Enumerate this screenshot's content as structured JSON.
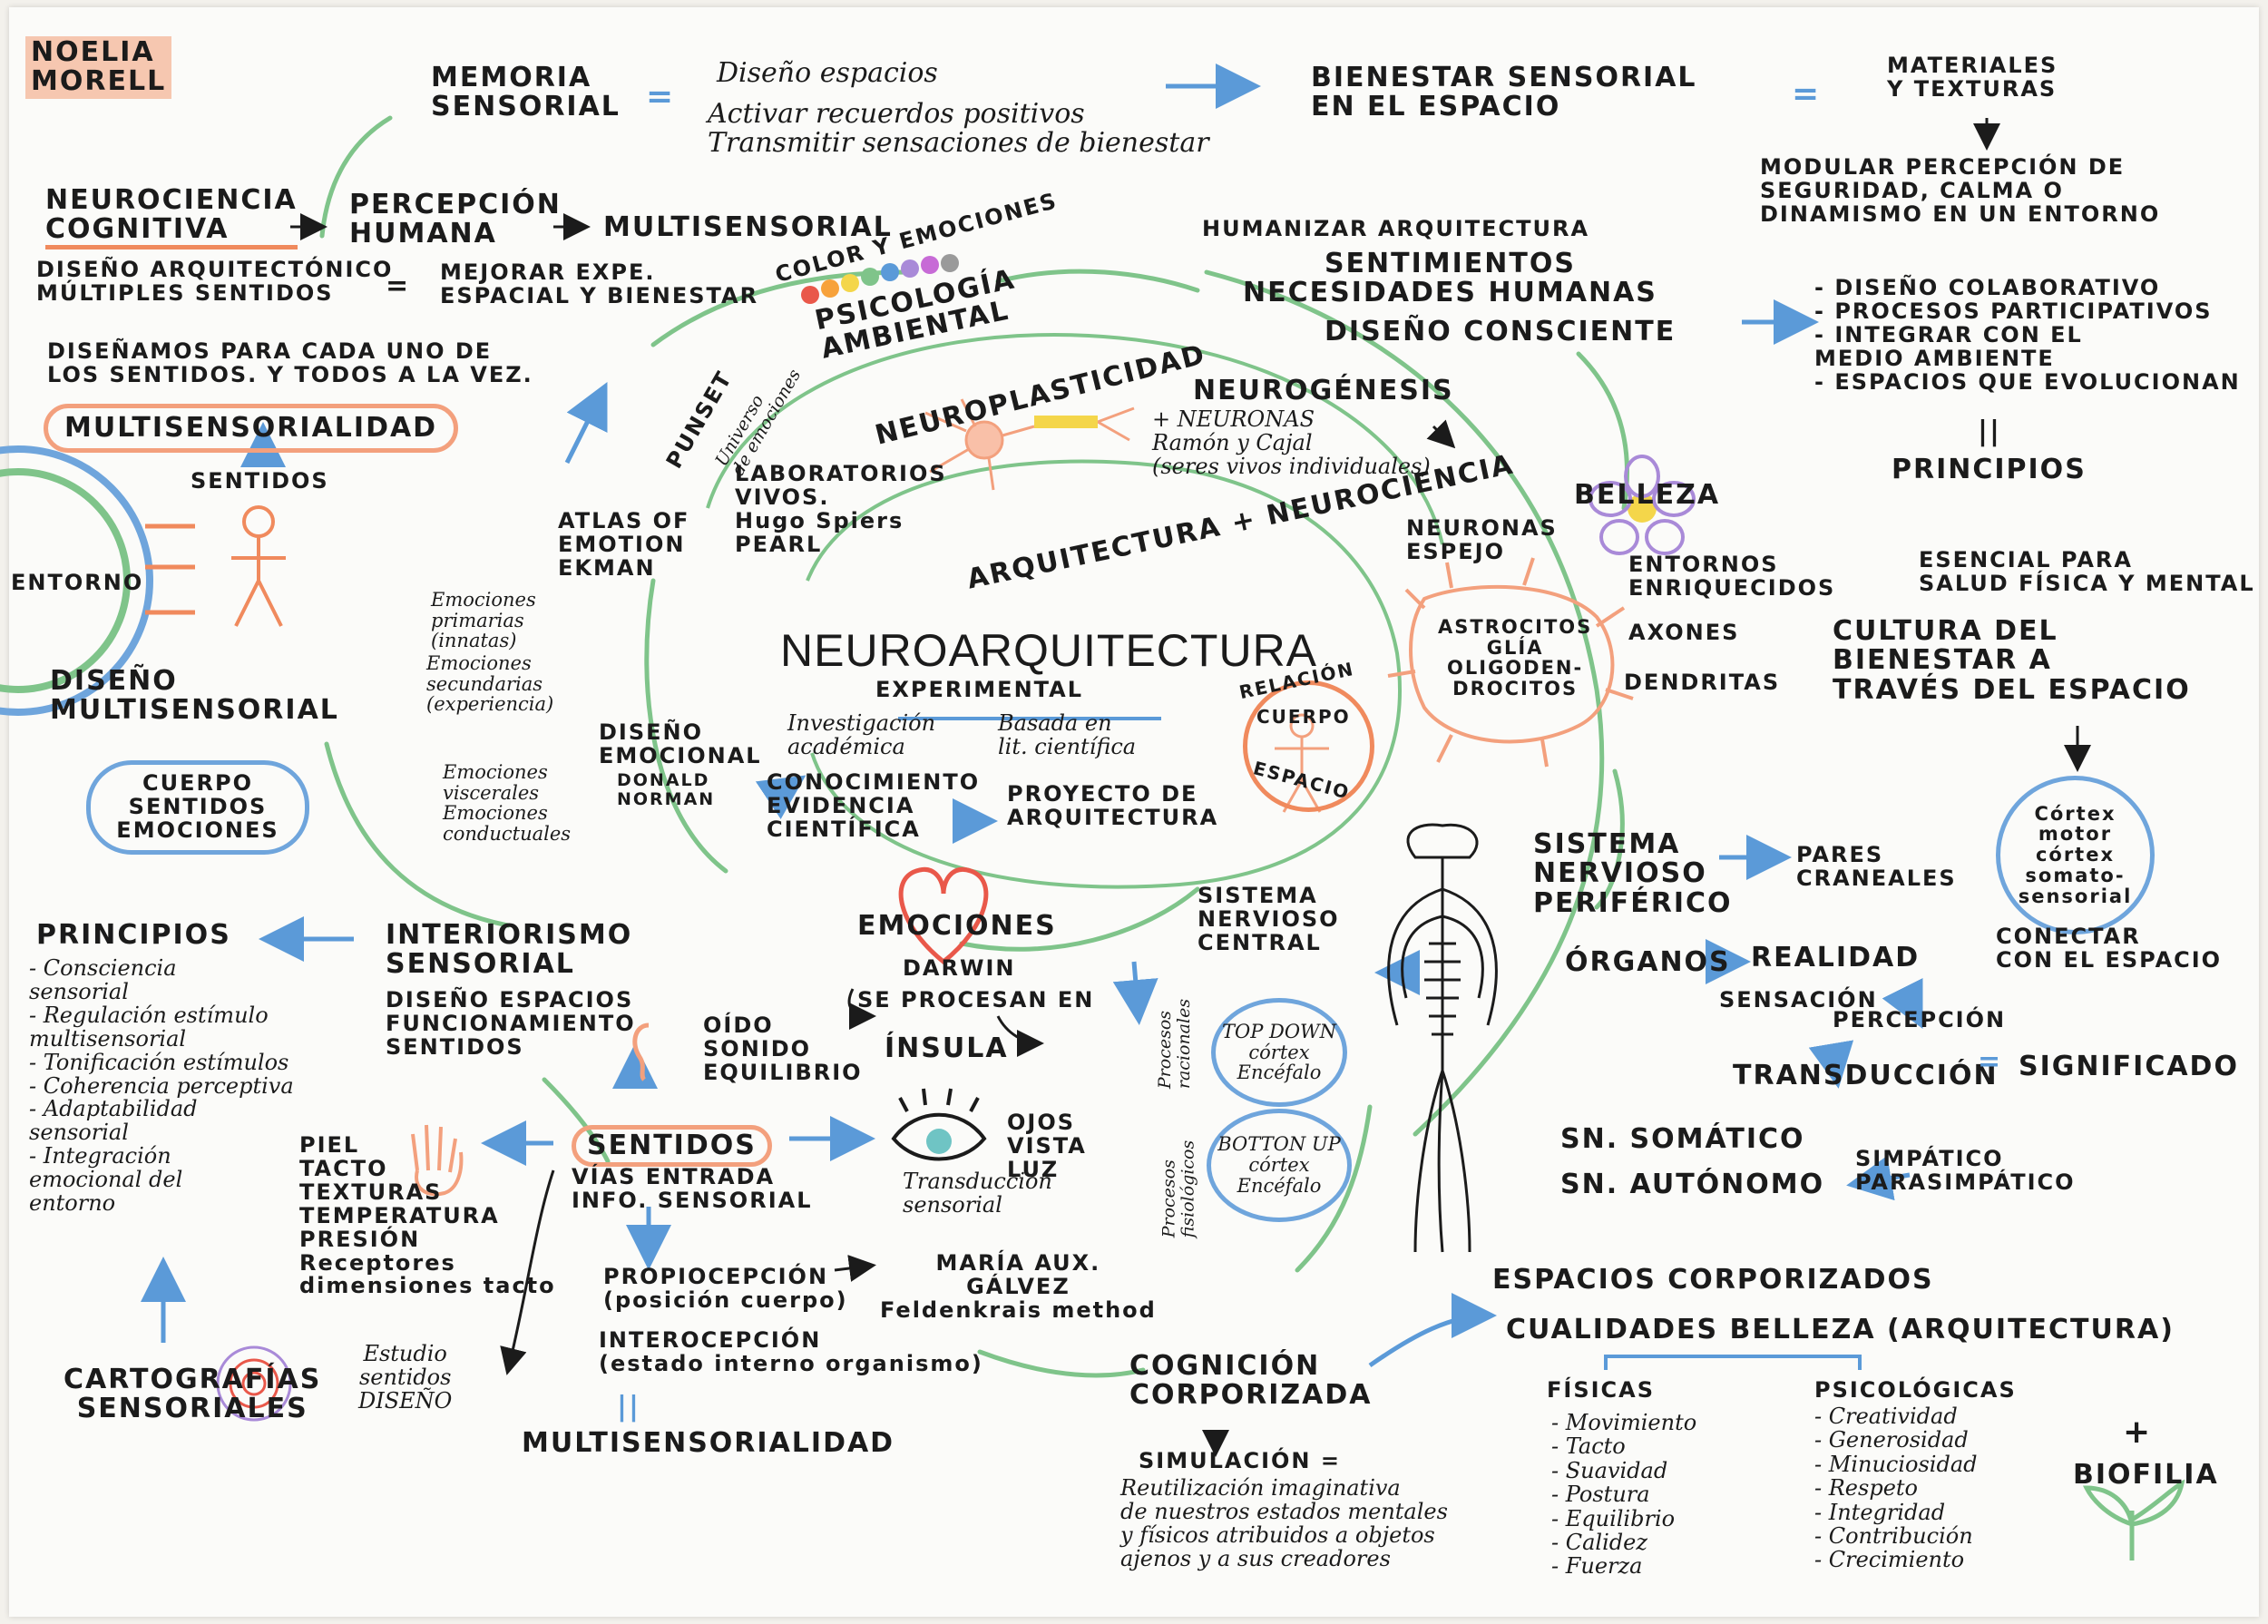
{
  "colors": {
    "green": "#7fc48a",
    "blue": "#5b9ad8",
    "orange": "#f08a5d",
    "red": "#e9584a",
    "purple": "#a98ad8",
    "ink": "#1b1b1b"
  },
  "author": "NOELIA\nMORELL",
  "center": {
    "title": "NEUROARQUITECTURA",
    "subtitle": "EXPERIMENTAL",
    "arc_label": "ARQUITECTURA + NEUROCIENCIA",
    "inv1": "Investigación\nacadémica",
    "inv2": "Basada en\nlit. científica",
    "conoc": "CONOCIMIENTO\nEVIDENCIA\nCIENTÍFICA",
    "proyecto": "PROYECTO DE\nARQUITECTURA",
    "relacion": "RELACIÓN",
    "cuerpo": "CUERPO",
    "espacio": "ESPACIO"
  },
  "top": {
    "memoria": "MEMORIA\nSENSORIAL",
    "eq": "=",
    "diseno_espacios": "Diseño espacios",
    "activar": "Activar recuerdos positivos\nTransmitir sensaciones de bienestar",
    "bienestar": "BIENESTAR SENSORIAL\nEN EL ESPACIO",
    "materiales": "MATERIALES\nY TEXTURAS",
    "modular": "MODULAR PERCEPCIÓN DE\nSEGURIDAD, CALMA O\nDINAMISMO EN UN ENTORNO"
  },
  "left_top": {
    "neuro": "NEUROCIENCIA\nCOGNITIVA",
    "percepcion": "PERCEPCIÓN\nHUMANA",
    "multisensorial": "MULTISENSORIAL",
    "diseno_arq": "DISEÑO ARQUITECTÓNICO\nMÚLTIPLES SENTIDOS",
    "mejorar": "MEJORAR EXPE.\nESPACIAL Y BIENESTAR",
    "disenamos": "DISEÑAMOS PARA CADA UNO DE\nLOS SENTIDOS. Y TODOS A LA VEZ.",
    "multisensorialidad": "MULTISENSORIALIDAD",
    "sentidos": "SENTIDOS",
    "entorno": "ENTORNO",
    "diseno_multi": "DISEÑO\nMULTISENSORIAL",
    "cuerpo_sentidos": "CUERPO\nSENTIDOS\nEMOCIONES"
  },
  "psico": {
    "color": "COLOR Y EMOCIONES",
    "psicologia": "PSICOLOGÍA\nAMBIENTAL",
    "punset": "PUNSET",
    "universo": "Universo\nde emociones",
    "neuroplasticidad": "NEUROPLASTICIDAD",
    "laboratorios": "LABORATORIOS\nVIVOS.\nHugo Spiers\nPEARL",
    "atlas": "ATLAS OF\nEMOTION\nEKMAN",
    "emo_prim": "Emociones\nprimarias\n(innatas)",
    "emo_sec": "Emociones\nsecundarias\n(experiencia)",
    "diseno_emo": "DISEÑO\nEMOCIONAL",
    "donald": "DONALD\nNORMAN",
    "emo_visc": "Emociones\nviscerales",
    "emo_cond": "Emociones\nconductuales"
  },
  "right_top": {
    "humanizar": "HUMANIZAR ARQUITECTURA",
    "sentimientos": "SENTIMIENTOS\nNECESIDADES HUMANAS",
    "consciente": "DISEÑO CONSCIENTE",
    "lista": "- DISEÑO COLABORATIVO\n- PROCESOS PARTICIPATIVOS\n- INTEGRAR CON EL\n  MEDIO AMBIENTE\n- ESPACIOS QUE EVOLUCIONAN",
    "eq2": "||",
    "principios": "PRINCIPIOS",
    "neurogenesis": "NEUROGÉNESIS",
    "neuronas": "+ NEURONAS\nRamón y Cajal\n(seres vivos individuales)",
    "belleza": "BELLEZA",
    "neuronas_espejo": "NEURONAS\nESPEJO",
    "astrocitos": "ASTROCITOS\nGLÍA\nOLIGODEN-\nDROCITOS",
    "axones": "AXONES",
    "dendritas": "DENDRITAS",
    "entornos": "ENTORNOS\nENRIQUECIDOS",
    "esencial": "ESENCIAL PARA\nSALUD FÍSICA Y MENTAL",
    "cultura": "CULTURA DEL\nBIENESTAR A\nTRAVÉS DEL ESPACIO"
  },
  "right_mid": {
    "snp": "SISTEMA\nNERVIOSO\nPERIFÉRICO",
    "pares": "PARES\nCRANEALES",
    "cortex": "Córtex\nmotor\ncórtex\nsomato-\nsensorial",
    "conectar": "CONECTAR\nCON EL ESPACIO",
    "organos": "ÓRGANOS",
    "realidad": "REALIDAD",
    "sensacion": "SENSACIÓN",
    "percepcion": "PERCEPCIÓN",
    "transduccion": "TRANSDUCCIÓN",
    "significado": "SIGNIFICADO",
    "somatico": "SN. SOMÁTICO",
    "autonomo": "SN. AUTÓNOMO",
    "simpatico": "SIMPÁTICO\nPARASIMPÁTICO",
    "snc": "SISTEMA\nNERVIOSO\nCENTRAL",
    "top_down": "TOP DOWN\ncórtex\nEncéfalo",
    "bottom_up": "BOTTON UP\ncórtex\nEncéfalo",
    "proc_rac": "Procesos\nracionales",
    "proc_fis": "Procesos\nfisiológicos"
  },
  "mid_bottom": {
    "emociones": "EMOCIONES",
    "darwin": "DARWIN",
    "se_procesan": "SE PROCESAN EN",
    "insula": "ÍNSULA",
    "interiorismo": "INTERIORISMO\nSENSORIAL",
    "diseno_esp": "DISEÑO ESPACIOS\nFUNCIONAMIENTO\nSENTIDOS",
    "oido": "OÍDO\nSONIDO\nEQUILIBRIO",
    "ojos": "OJOS\nVISTA\nLUZ",
    "transduccion_s": "Transducción\nsensorial",
    "sentidos": "SENTIDOS",
    "vias": "VÍAS ENTRADA\nINFO. SENSORIAL",
    "piel": "PIEL\nTACTO\nTEXTURAS\nTEMPERATURA\nPRESIÓN\nReceptores\ndimensiones tacto",
    "propio": "PROPIOCEPCIÓN\n(posición cuerpo)",
    "maria": "MARÍA AUX.\nGÁLVEZ\nFeldenkrais method",
    "intero": "INTEROCEPCIÓN\n(estado interno organismo)",
    "eq3": "||",
    "multi2": "MULTISENSORIALIDAD",
    "estudio": "Estudio\nsentidos\nDISEÑO",
    "cartografias": "CARTOGRAFÍAS\nSENSORIALES"
  },
  "left_bottom": {
    "principios": "PRINCIPIOS",
    "lista": "- Consciencia\n  sensorial\n- Regulación estímulo\n  multisensorial\n- Tonificación estímulos\n- Coherencia perceptiva\n- Adaptabilidad\n  sensorial\n- Integración\n  emocional del\n  entorno"
  },
  "bottom_right": {
    "cognicion": "COGNICIÓN\nCORPORIZADA",
    "simulacion": "SIMULACIÓN =",
    "reutilizacion": "Reutilización imaginativa\nde nuestros estados mentales\ny físicos atribuidos a objetos\najenos y a sus creadores",
    "espacios_corp": "ESPACIOS CORPORIZADOS",
    "cualidades": "CUALIDADES BELLEZA (ARQUITECTURA)",
    "fisicas": "FÍSICAS",
    "fisicas_list": "- Movimiento\n- Tacto\n- Suavidad\n- Postura\n- Equilibrio\n- Calidez\n- Fuerza",
    "psicologicas": "PSICOLÓGICAS",
    "psico_list": "- Creatividad\n- Generosidad\n- Minuciosidad\n- Respeto\n- Integridad\n- Contribución\n- Crecimiento",
    "plus": "+",
    "biofilia": "BIOFILIA"
  }
}
